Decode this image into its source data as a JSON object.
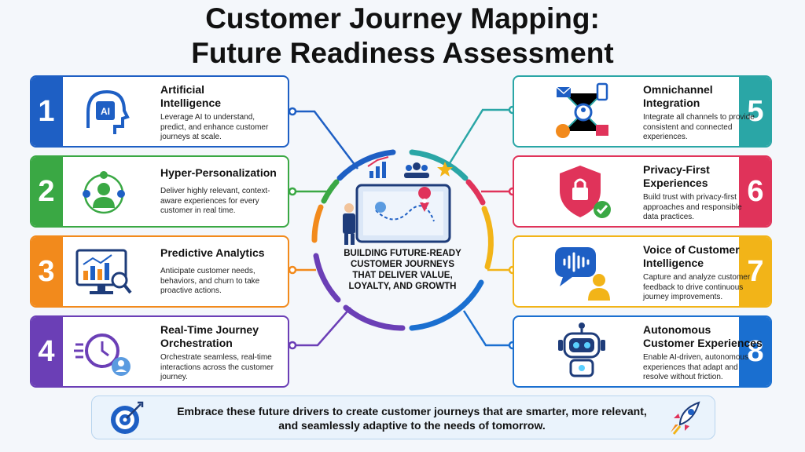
{
  "title_line1": "Customer Journey Mapping:",
  "title_line2": "Future Readiness Assessment",
  "center": {
    "line1": "BUILDING FUTURE-READY",
    "line2": "CUSTOMER JOURNEYS",
    "line3": "THAT DELIVER VALUE,",
    "line4": "LOYALTY, AND GROWTH"
  },
  "cards": [
    {
      "num": "1",
      "title1": "Artificial",
      "title2": "Intelligence",
      "desc": [
        "Leverage AI to understand,",
        "predict, and enhance customer",
        "journeys at scale."
      ],
      "icon": "ai-head-icon",
      "color": "#1e5fc4"
    },
    {
      "num": "2",
      "title1": "Hyper-Personalization",
      "title2": "",
      "desc": [
        "Deliver highly relevant, context-",
        "aware experiences for every",
        "customer in real time."
      ],
      "icon": "personalization-network-icon",
      "color": "#3aa844"
    },
    {
      "num": "3",
      "title1": "Predictive Analytics",
      "title2": "",
      "desc": [
        "Anticipate customer needs,",
        "behaviors, and churn to take",
        "proactive actions."
      ],
      "icon": "analytics-monitor-icon",
      "color": "#f28a1c"
    },
    {
      "num": "4",
      "title1": "Real-Time Journey",
      "title2": "Orchestration",
      "desc": [
        "Orchestrate seamless, real-time",
        "interactions across the customer",
        "journey."
      ],
      "icon": "clock-user-icon",
      "color": "#6b3fb6"
    },
    {
      "num": "5",
      "title1": "Omnichannel",
      "title2": "Integration",
      "desc": [
        "Integrate all channels to provide",
        "consistent and connected",
        "experiences."
      ],
      "icon": "omnichannel-hub-icon",
      "color": "#2aa6a6"
    },
    {
      "num": "6",
      "title1": "Privacy-First",
      "title2": "Experiences",
      "desc": [
        "Build trust with privacy-first",
        "approaches and responsible",
        "data practices."
      ],
      "icon": "shield-lock-icon",
      "color": "#e0335a"
    },
    {
      "num": "7",
      "title1": "Voice of Customer",
      "title2": "Intelligence",
      "desc": [
        "Capture and analyze customer",
        "feedback to drive continuous",
        "journey improvements."
      ],
      "icon": "voice-bubble-icon",
      "color": "#f2b418"
    },
    {
      "num": "8",
      "title1": "Autonomous",
      "title2": "Customer Experiences",
      "desc": [
        "Enable AI-driven, autonomous",
        "experiences that adapt and",
        "resolve without friction."
      ],
      "icon": "robot-icon",
      "color": "#1a6fd0"
    }
  ],
  "footer": {
    "line1": "Embrace these future drivers to create customer journeys that are smarter, more relevant,",
    "line2": "and seamlessly adaptive to the needs of tomorrow."
  }
}
